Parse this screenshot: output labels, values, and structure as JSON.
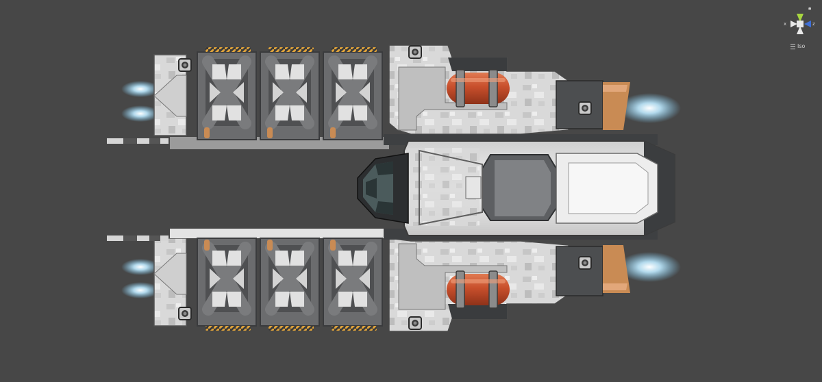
{
  "window": {
    "title": ""
  },
  "scene": {
    "background": "#474747",
    "gizmo": {
      "projection_label": "Iso",
      "axis_x_label": "x",
      "axis_z_label": "z",
      "lock_icon": "lock-icon",
      "colors": {
        "x_axis": "#d0453a",
        "y_axis": "#a8d640",
        "z_axis": "#3f6fd6",
        "neutral": "#e8e8e8"
      }
    }
  },
  "sprite": {
    "name": "cargo-spaceship",
    "palette": {
      "hull_light": "#d7d7d7",
      "hull_mid": "#a9a9a9",
      "hull_dark": "#5b5d60",
      "hull_darkest": "#2f3133",
      "panel_gray": "#6d6e70",
      "tank_red": "#c84f2c",
      "copper": "#c98b54",
      "stripe_yellow": "#e0a33a",
      "thruster_glow": "#cfeeff",
      "cockpit_glass": "#3e4d4f"
    }
  }
}
